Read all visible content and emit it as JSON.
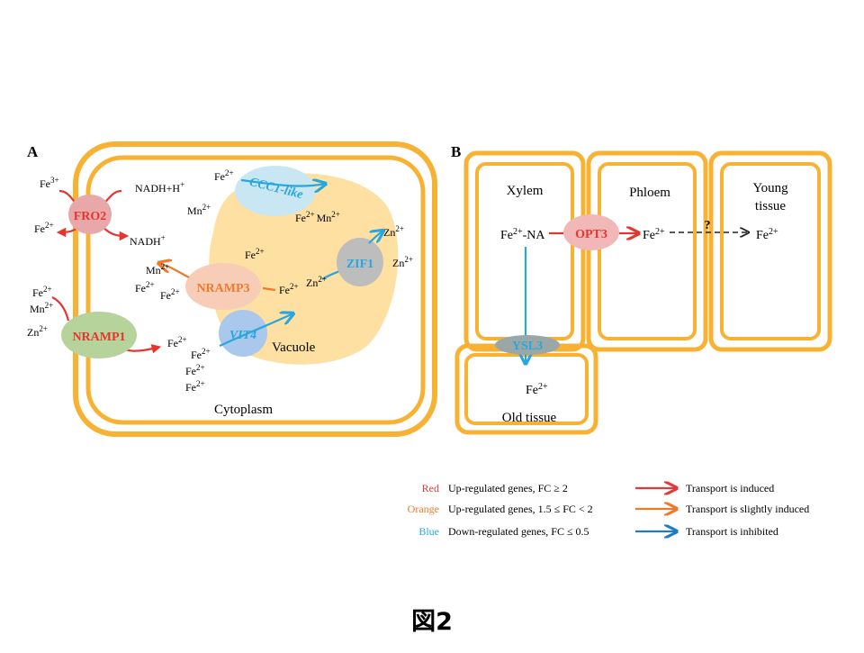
{
  "panel_a": {
    "label": "A",
    "compartments": {
      "vacuole": "Vacuole",
      "cytoplasm": "Cytoplasm"
    },
    "transporters": {
      "fro2": "FRO2",
      "nramp1": "NRAMP1",
      "nramp3": "NRAMP3",
      "ccc1": "CCC1-like",
      "vit4": "VIT4",
      "zif1": "ZIF1"
    },
    "ions": {
      "fe3_out": "Fe3+",
      "nadh_h": "NADH+H+",
      "fe2_out": "Fe2+",
      "nadh_plus": "NADH+",
      "n1_fe": "Fe2+",
      "n1_mn": "Mn2+",
      "n1_zn": "Zn2+",
      "n1_fe_in": "Fe2+",
      "ccc_fe": "Fe2+",
      "ccc_mn": "Mn2+",
      "ccc_fe_v": "Fe2+",
      "ccc_mn_v": "Mn2+",
      "n3_mn": "Mn2+",
      "n3_fe1": "Fe2+",
      "n3_fe2": "Fe2+",
      "n3_fe_v": "Fe2+",
      "vac_fe": "Fe2+",
      "zif_zn_in": "Zn2+",
      "zif_zn1": "Zn2+",
      "zif_zn2": "Zn2+",
      "vit_fe1": "Fe2+",
      "vit_fe2": "Fe2+",
      "vit_fe3": "Fe2+"
    }
  },
  "panel_b": {
    "label": "B",
    "cells": {
      "xylem": "Xylem",
      "phloem": "Phloem",
      "young_1": "Young",
      "young_2": "tissue",
      "old": "Old tissue"
    },
    "transporters": {
      "opt3": "OPT3",
      "ysl3": "YSL3"
    },
    "ions": {
      "fe_na": "Fe2+-NA",
      "fe_phloem": "Fe2+",
      "fe_young": "Fe2+",
      "fe_old": "Fe2+"
    },
    "unknown_mark": "?"
  },
  "legend": {
    "rows": [
      {
        "color_word": "Red",
        "description": "Up-regulated genes, FC ≥ 2",
        "arrow_text": "Transport is induced",
        "color": "#e03a3a"
      },
      {
        "color_word": "Orange",
        "description": "Up-regulated genes, 1.5 ≤ FC < 2",
        "arrow_text": "Transport is slightly induced",
        "color": "#ee7a2a"
      },
      {
        "color_word": "Blue",
        "description": "Down-regulated genes, FC ≤ 0.5",
        "arrow_text": "Transport is inhibited",
        "color": "#1f7cc0"
      }
    ]
  },
  "caption": "図2",
  "colors": {
    "membrane": "#f8b233",
    "vacuole": "#fde0a2",
    "red": "#e5352f",
    "orange": "#ee7a2a",
    "blue": "#27a6e0",
    "dark_blue": "#1f7cc0",
    "fro2_fill": "#e8a8aa",
    "nramp1_fill": "#b5d39b",
    "nramp3_fill": "#f8cdb8",
    "ccc1_fill": "#c9e7f3",
    "vit4_fill": "#a9c8ec",
    "zif1_fill": "#bdbdbd",
    "opt3_fill": "#f2b8b8",
    "ysl3_fill": "#9aa7a7"
  }
}
